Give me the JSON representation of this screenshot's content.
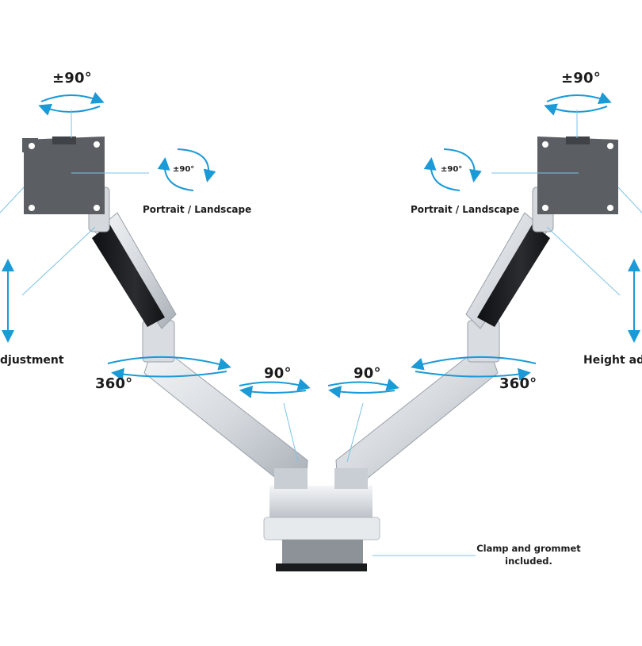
{
  "labels": {
    "tilt_left": "±90°",
    "tilt_right": "±90°",
    "rotate_left": "±90°",
    "rotate_right": "±90°",
    "portrait_left": "Portrait / Landscape",
    "portrait_right": "Portrait / Landscape",
    "height_left": "djustment",
    "height_right": "Height adju",
    "swivel_left": "360°",
    "swivel_right": "360°",
    "pivot_left": "90°",
    "pivot_right": "90°",
    "clamp_line1": "Clamp and grommet",
    "clamp_line2": "included."
  },
  "colors": {
    "accent": "#1a9ad6",
    "arm_silver": "#d9dde2",
    "arm_shadow": "#aeb4bb",
    "plate_gray": "#55585d",
    "black_panel": "#1e1f22"
  }
}
